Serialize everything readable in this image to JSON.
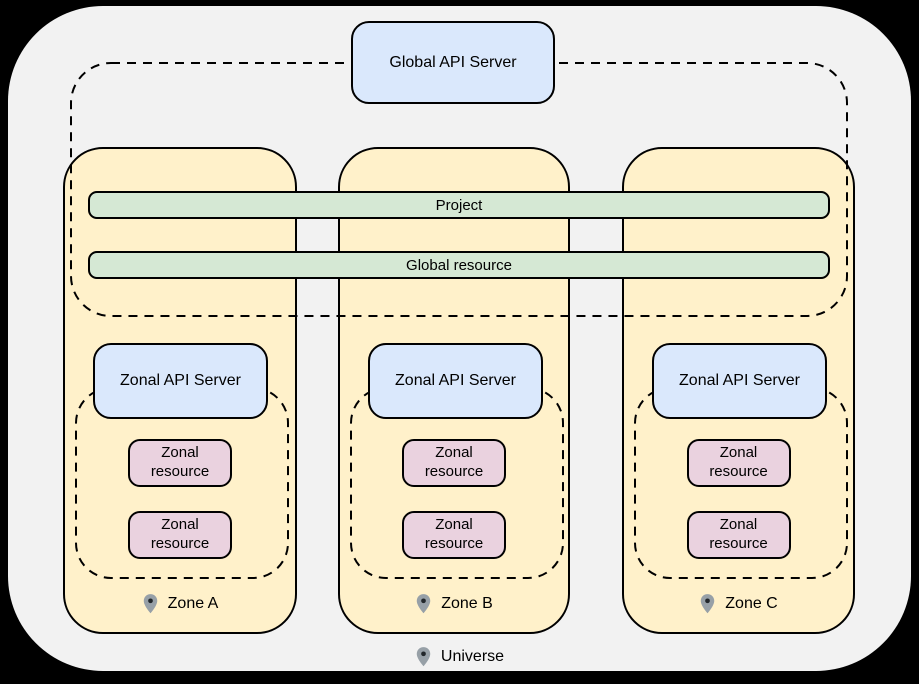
{
  "diagram": {
    "global_api_server_label": "Global API Server",
    "project_bar_label": "Project",
    "global_resource_bar_label": "Global resource",
    "zones": [
      {
        "label": "Zone A",
        "api_server_label": "Zonal API Server",
        "resources": [
          {
            "label": "Zonal resource"
          },
          {
            "label": "Zonal resource"
          }
        ]
      },
      {
        "label": "Zone B",
        "api_server_label": "Zonal API Server",
        "resources": [
          {
            "label": "Zonal resource"
          },
          {
            "label": "Zonal resource"
          }
        ]
      },
      {
        "label": "Zone C",
        "api_server_label": "Zonal API Server",
        "resources": [
          {
            "label": "Zonal resource"
          },
          {
            "label": "Zonal resource"
          }
        ]
      }
    ],
    "universe_label": "Universe"
  },
  "colors": {
    "page_background": "#000000",
    "universe_fill": "#f2f2f2",
    "zone_fill": "#fff1ca",
    "bar_fill": "#d5e8d4",
    "api_server_fill": "#dae8fc",
    "resource_fill": "#ead2df",
    "outline": "#000000",
    "pin_body": "#97a0a7",
    "pin_dot": "#22272b"
  },
  "icons": {
    "location_pin": "map-marker"
  }
}
